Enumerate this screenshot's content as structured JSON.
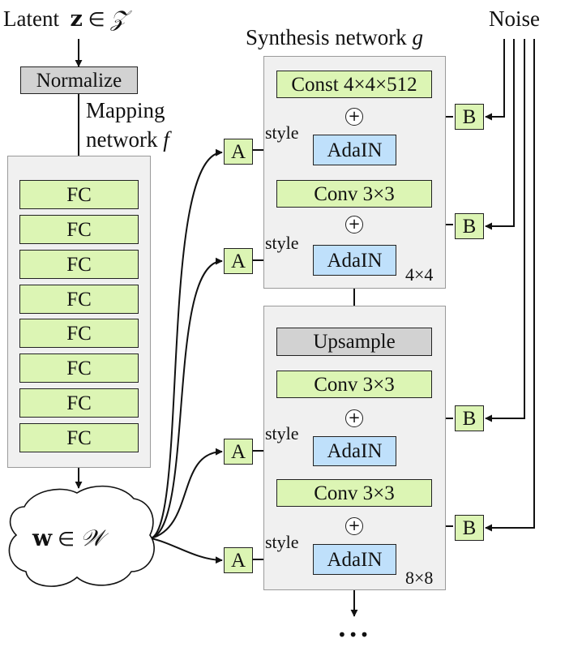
{
  "latent": {
    "label": "Latent",
    "var": "z",
    "in": "∈",
    "set": "𝒵"
  },
  "normalize": "Normalize",
  "mapping": {
    "line1": "Mapping",
    "line2": "network",
    "f": "f"
  },
  "fc_label": "FC",
  "w": {
    "var": "w",
    "in": "∈",
    "set": "𝒲"
  },
  "synthesis": {
    "title": "Synthesis network",
    "g": "g"
  },
  "noise": "Noise",
  "const": "Const 4×4×512",
  "adain": "AdaIN",
  "conv": "Conv 3×3",
  "upsample": "Upsample",
  "style": "style",
  "a": "A",
  "b": "B",
  "plus": "+",
  "res1": "4×4",
  "res2": "8×8",
  "ellipsis": "•••"
}
